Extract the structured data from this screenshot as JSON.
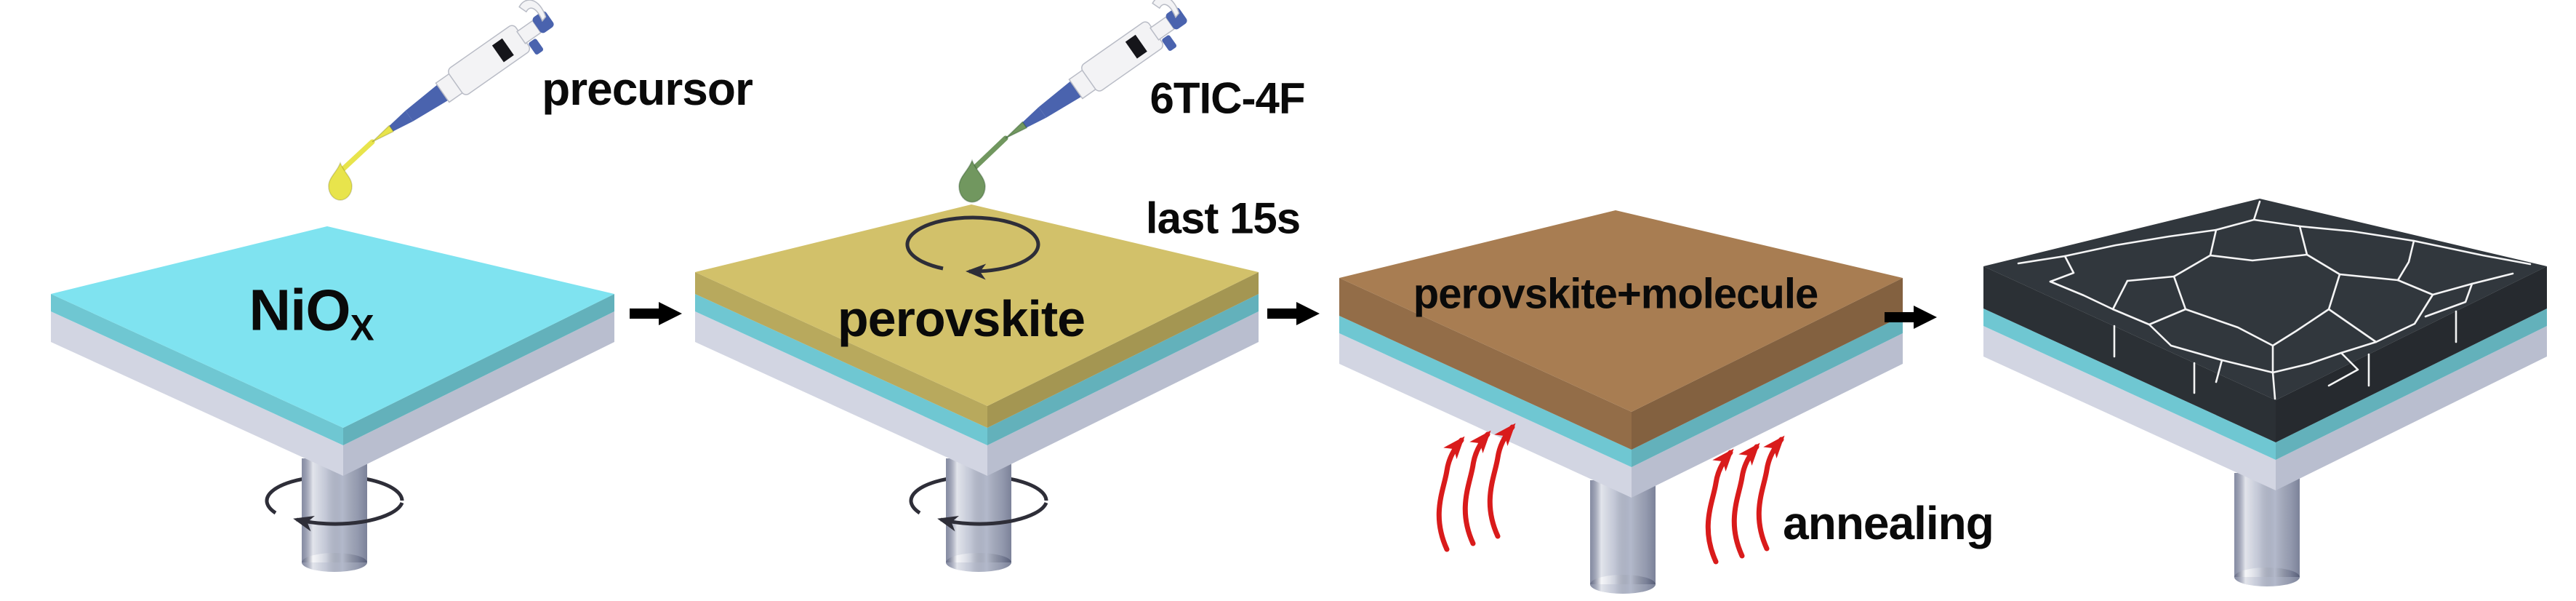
{
  "figure_type": "process-flow schematic, perovskite film spin-coating",
  "colors": {
    "background": "#ffffff",
    "text": "#0a0a0a",
    "flow_arrow": "#000000",
    "spin_arrow": "#2e2e38",
    "heat_arrow": "#d91b1b",
    "niox_film": "#7fe3f0",
    "perovskite_film": "#d2c16a",
    "molecule_film": "#a87d52",
    "annealed_film": "#31373d",
    "grain_line": "#ffffff",
    "substrate_plate_left": "#d2d5e2",
    "substrate_plate_right": "#b9becf",
    "pedestal": "#b3b9cb",
    "pipette_body": "#f3f3f5",
    "pipette_accent": "#4a63ae",
    "precursor_drop": "#e8e44c",
    "molecule_drop": "#71975f"
  },
  "stages": [
    {
      "name": "niox-substrate-precursor-drop",
      "label_main": "NiO",
      "label_sub": "X",
      "annotation": "precursor",
      "spinning": true,
      "droplet": "precursor-drop"
    },
    {
      "name": "perovskite-film-antisolvent-drop",
      "label": "perovskite",
      "annotation_top": "6TIC-4F",
      "annotation_time": "last 15s",
      "spinning": true,
      "droplet": "molecule-drop"
    },
    {
      "name": "perovskite-molecule-annealing",
      "label": "perovskite+molecule",
      "annotation": "annealing",
      "spinning": false
    },
    {
      "name": "crystallized-film",
      "label": "",
      "spinning": false
    }
  ]
}
